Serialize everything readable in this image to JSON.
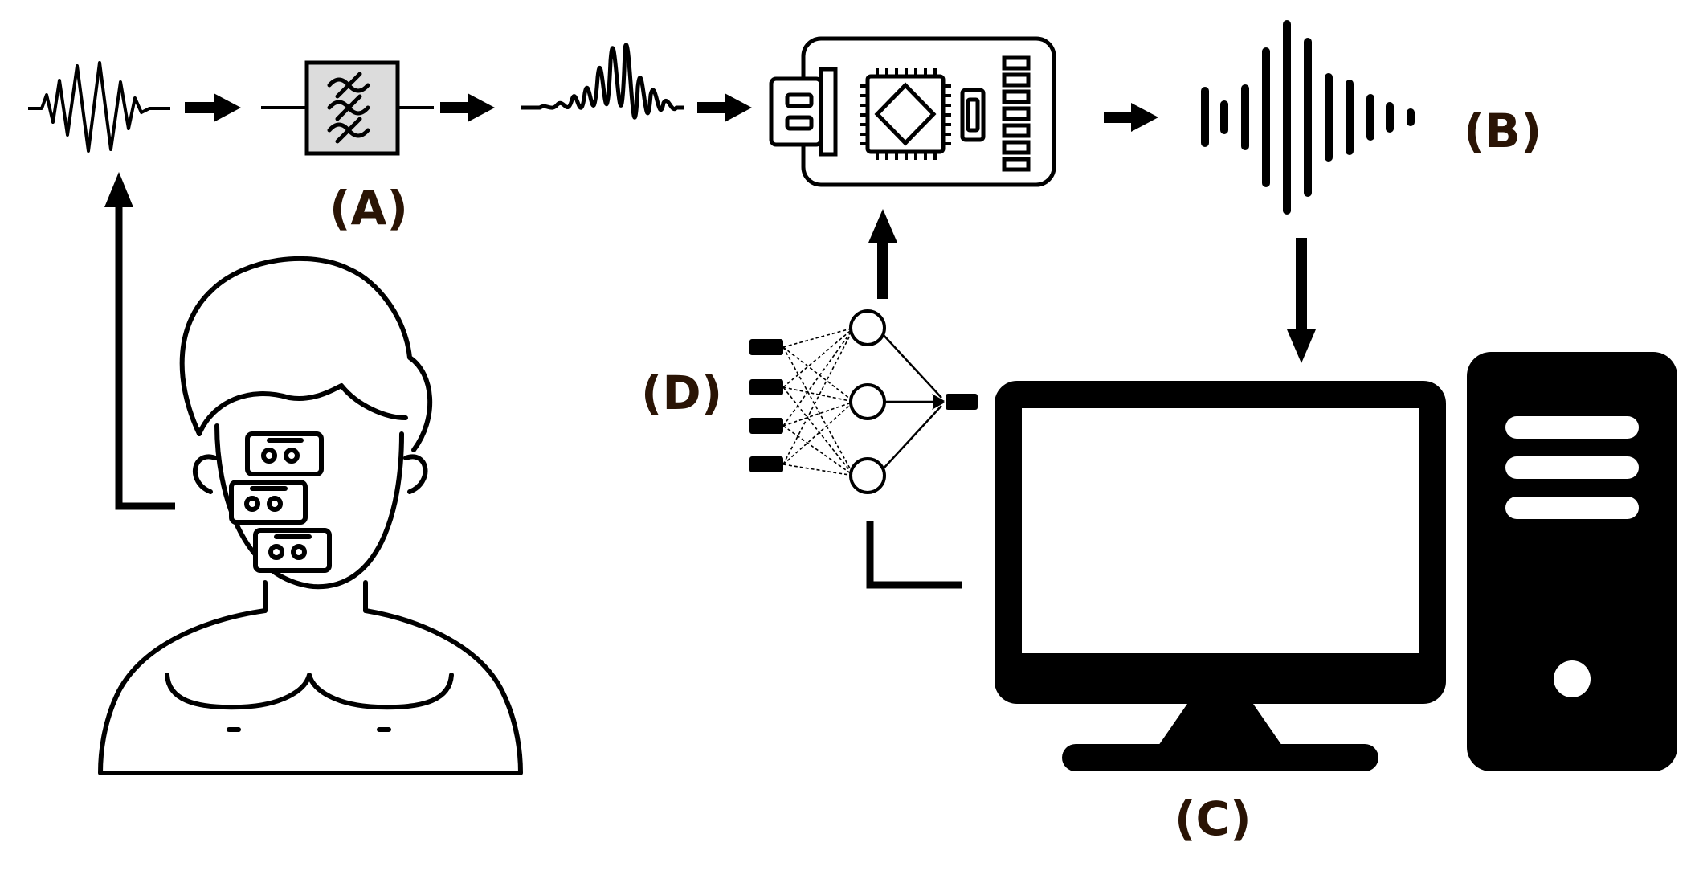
{
  "labels": {
    "a": "(A)",
    "b": "(B)",
    "c": "(C)",
    "d": "(D)"
  },
  "colors": {
    "ink": "#000000",
    "label": "#2a1405",
    "filter_fill": "#dcdcdc",
    "background": "#ffffff"
  },
  "icons": [
    "raw-signal-icon",
    "bandpass-filter-icon",
    "filtered-signal-icon",
    "microcontroller-board-icon",
    "audio-waveform-icon",
    "computer-monitor-icon",
    "computer-tower-icon",
    "neural-network-icon",
    "person-with-electrodes-icon"
  ]
}
